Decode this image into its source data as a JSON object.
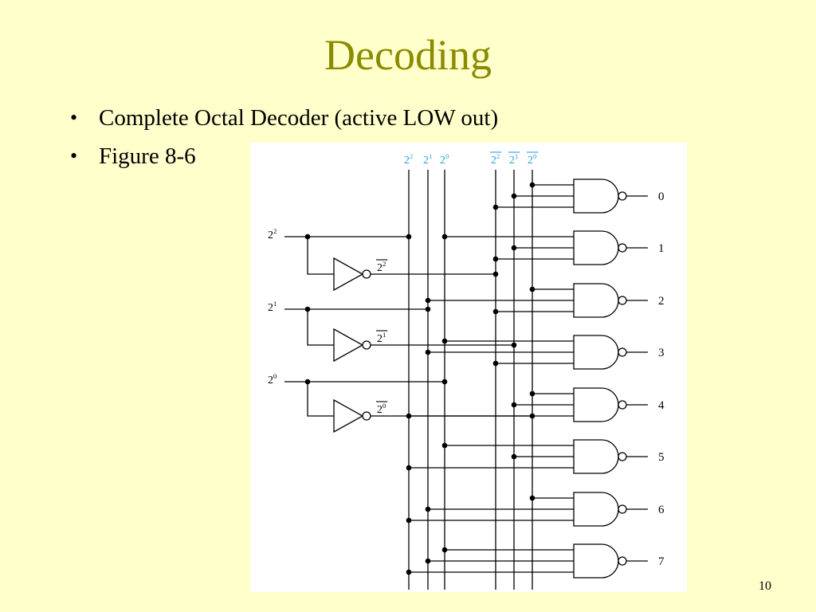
{
  "slide": {
    "title": "Decoding",
    "bullets": [
      "Complete Octal Decoder (active LOW out)",
      "Figure 8-6"
    ],
    "page_number": "10"
  },
  "figure": {
    "bus_labels": [
      "2",
      "2",
      "2",
      "2",
      "2",
      "2"
    ],
    "bus_exponents": [
      "2",
      "1",
      "0",
      "2",
      "1",
      "0"
    ],
    "input_labels": [
      "2",
      "2",
      "2"
    ],
    "input_exponents": [
      "2",
      "1",
      "0"
    ],
    "inverter_labels": [
      "2",
      "2",
      "2"
    ],
    "inverter_exponents": [
      "2",
      "1",
      "0"
    ],
    "output_labels": [
      "0",
      "1",
      "2",
      "3",
      "4",
      "5",
      "6",
      "7"
    ],
    "colors": {
      "bus_label": "#2B9BD8",
      "wire": "#000000"
    }
  }
}
